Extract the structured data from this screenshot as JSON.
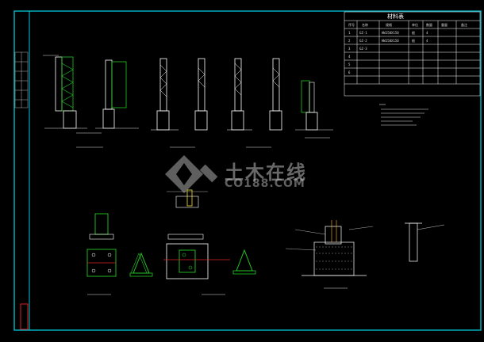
{
  "drawing": {
    "border_color": "#00c8d8",
    "line_color": "#ffffff",
    "green_color": "#23c623",
    "accent_red": "#e02020",
    "magenta": "#ff40ff"
  },
  "watermark": {
    "text": "土木在线",
    "sub": "CO188.COM"
  },
  "material_table": {
    "title": "材料表",
    "rows": [
      {
        "no": "1",
        "code": "GZ-1",
        "spec": "HW150X150",
        "unit": "根",
        "qty": "4",
        "weight": "",
        "total": ""
      },
      {
        "no": "2",
        "code": "GZ-2",
        "spec": "HW150X150",
        "unit": "根",
        "qty": "4",
        "weight": "",
        "total": ""
      },
      {
        "no": "3",
        "code": "GZ-3",
        "spec": "",
        "unit": "",
        "qty": "",
        "weight": "",
        "total": ""
      },
      {
        "no": "4",
        "code": "",
        "spec": "",
        "unit": "",
        "qty": "",
        "weight": "",
        "total": ""
      },
      {
        "no": "5",
        "code": "",
        "spec": "",
        "unit": "",
        "qty": "",
        "weight": "",
        "total": ""
      },
      {
        "no": "6",
        "code": "",
        "spec": "",
        "unit": "",
        "qty": "",
        "weight": "",
        "total": ""
      }
    ],
    "footer": ""
  },
  "views": {
    "captions": [
      "",
      "",
      "",
      "",
      "",
      "",
      ""
    ]
  }
}
